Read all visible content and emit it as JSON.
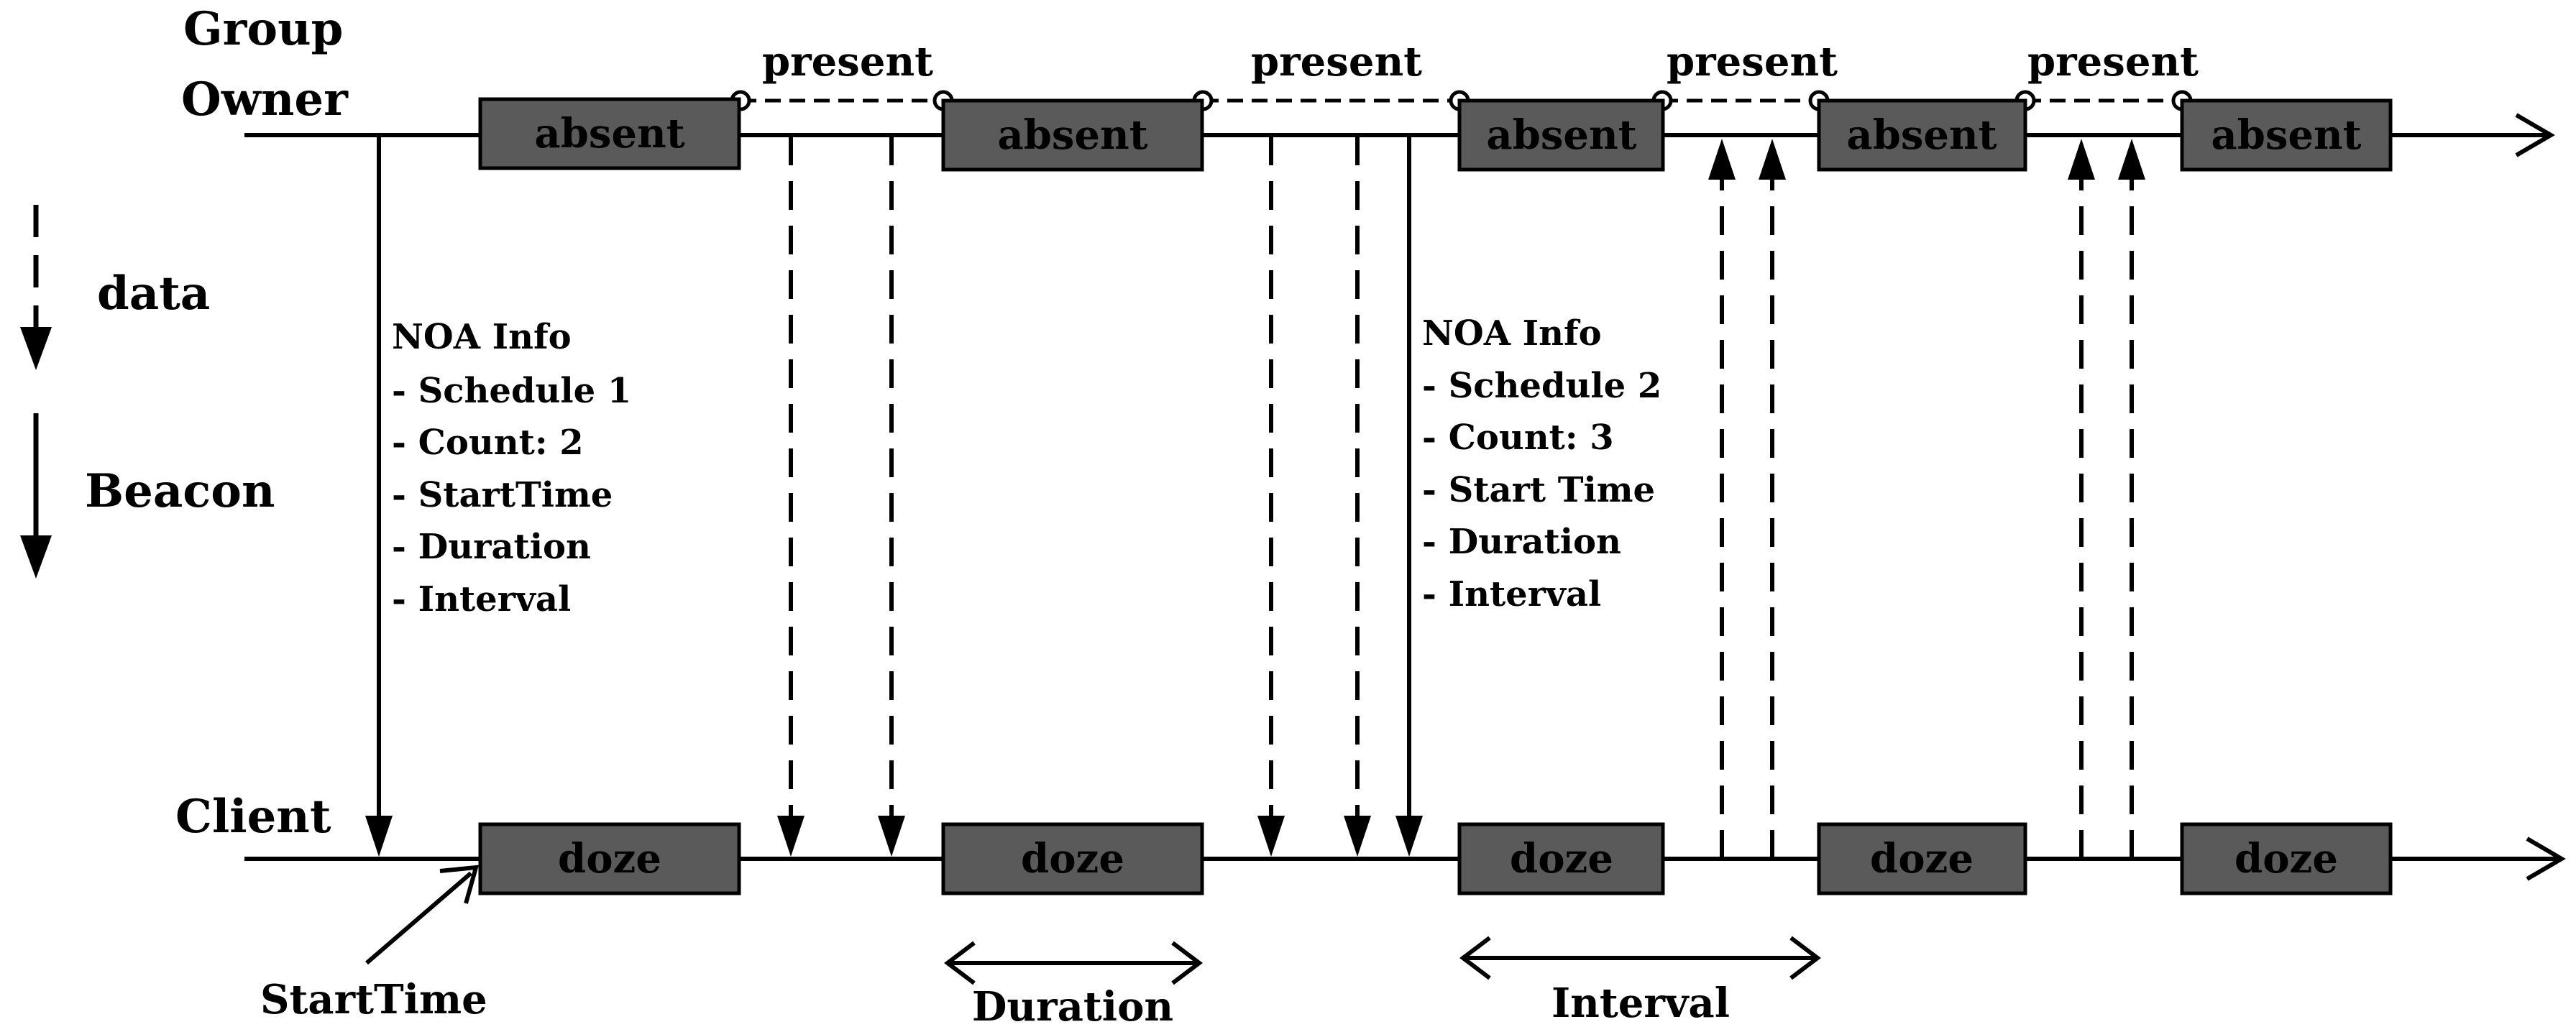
{
  "roles": {
    "group_owner_line1": "Group",
    "group_owner_line2": "Owner",
    "client": "Client"
  },
  "legend": {
    "data": "data",
    "beacon": "Beacon"
  },
  "group_owner_boxes": [
    "absent",
    "absent",
    "absent",
    "absent",
    "absent"
  ],
  "client_boxes": [
    "doze",
    "doze",
    "doze",
    "doze",
    "doze"
  ],
  "present_labels": [
    "present",
    "present",
    "present",
    "present"
  ],
  "noa_info_1": [
    "NOA Info",
    "- Schedule 1",
    "- Count: 2",
    "- StartTime",
    "- Duration",
    "- Interval"
  ],
  "noa_info_2": [
    "NOA Info",
    "- Schedule 2",
    "- Count: 3",
    "- Start Time",
    "- Duration",
    "- Interval"
  ],
  "annotations": {
    "start_time": "StartTime",
    "duration": "Duration",
    "interval": "Interval"
  },
  "colors": {
    "box_fill": "#5a5a5a",
    "line": "#000000",
    "background": "#ffffff"
  }
}
